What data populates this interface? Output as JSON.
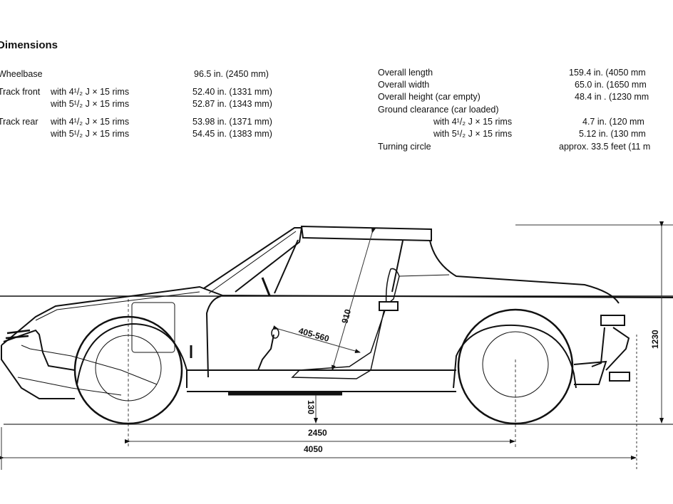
{
  "title": "Dimensions",
  "left_specs": [
    {
      "label": "Wheelbase",
      "sub": "",
      "value": "96.5   in. (2450 mm)"
    },
    {
      "label": "Track front",
      "sub": "with 4¹/₂ J × 15 rims",
      "value": "52.40 in. (1331 mm)"
    },
    {
      "label": "",
      "sub": "with 5¹/₂ J × 15 rims",
      "value": "52.87 in. (1343 mm)"
    },
    {
      "label": "Track rear",
      "sub": "with 4¹/₂ J × 15 rims",
      "value": "53.98 in. (1371 mm)"
    },
    {
      "label": "",
      "sub": "with 5¹/₂ J × 15 rims",
      "value": "54.45 in. (1383 mm)"
    }
  ],
  "right_specs": [
    {
      "label": "Overall length",
      "sub": "",
      "value": "159.4   in. (4050 mm"
    },
    {
      "label": "Overall width",
      "sub": "",
      "value": "65.0   in. (1650 mm"
    },
    {
      "label": "Overall height (car empty)",
      "sub": "",
      "value": "48.4   in . (1230 mm"
    },
    {
      "label": "Ground clearance (car loaded)",
      "sub": "",
      "value": ""
    },
    {
      "label": "",
      "sub": "with 4¹/₂ J × 15 rims",
      "value": "4.7   in.   (120 mm"
    },
    {
      "label": "",
      "sub": "with 5¹/₂ J × 15 rims",
      "value": "5.12 in.   (130 mm"
    },
    {
      "label": "Turning circle",
      "sub": "",
      "value": "approx. 33.5 feet (11 m"
    }
  ],
  "drawing": {
    "dim_wheelbase": "2450",
    "dim_length": "4050",
    "dim_height": "1230",
    "dim_clearance": "130",
    "dim_seat_height": "910",
    "dim_seat_range": "405-560"
  }
}
